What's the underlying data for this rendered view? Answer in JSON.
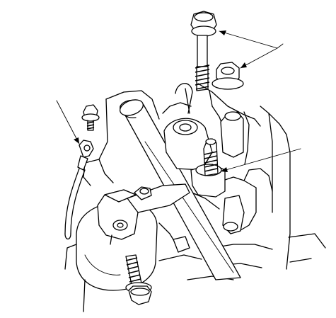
{
  "diagram": {
    "parts": [
      {
        "id": "flange-bolt-upper",
        "icon": "flange-bolt-icon"
      },
      {
        "id": "flange-nut",
        "icon": "hex-nut-icon"
      },
      {
        "id": "stud-bolt",
        "icon": "stud-bolt-icon"
      },
      {
        "id": "ground-terminal-bolt",
        "icon": "small-bolt-icon"
      },
      {
        "id": "ground-cable",
        "icon": "ground-cable-icon"
      },
      {
        "id": "mount-bracket",
        "icon": "bracket-icon"
      },
      {
        "id": "flange-bolt-lower",
        "icon": "flange-bolt-icon"
      }
    ],
    "leaders": [
      "leader-upper-bolt-nut",
      "leader-ground-terminal",
      "leader-stud-bolt"
    ],
    "line_color": "#000000",
    "background": "#ffffff"
  }
}
